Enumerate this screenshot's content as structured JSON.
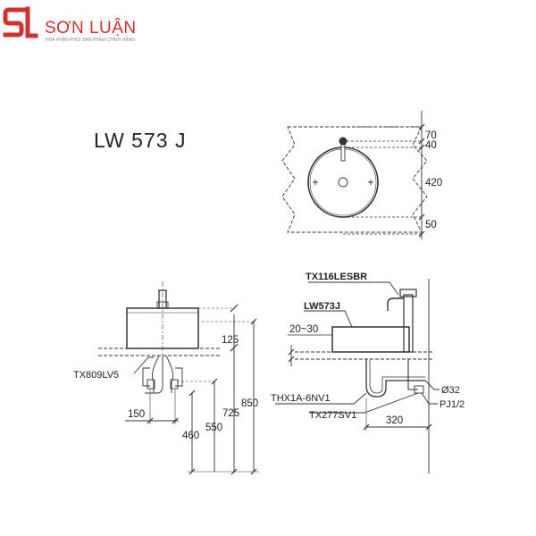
{
  "brand": {
    "logo_letters": "SL",
    "name": "SƠN LUẬN",
    "tagline": "NHÀ PHÂN PHỐI SẢN PHẨM CHÍNH HÃNG",
    "logo_color": "#d2322d",
    "name_color": "#d2322d",
    "tagline_color": "#8a8a8a"
  },
  "model_title": "LW 573 J",
  "top_view": {
    "dims": [
      "70",
      "40",
      "420",
      "50"
    ]
  },
  "front_view": {
    "part_label": "TX809LV5",
    "dims": [
      "125",
      "150",
      "460",
      "550",
      "725",
      "850"
    ]
  },
  "side_view": {
    "labels": {
      "faucet": "TX116LESBR",
      "basin": "LW573J",
      "trap": "THX1A-6NV1",
      "valve": "TX277SV1",
      "pipe_size": "Ø32",
      "thread": "PJ1/2"
    },
    "dims": {
      "gap": "20~30",
      "depth": "320"
    }
  }
}
